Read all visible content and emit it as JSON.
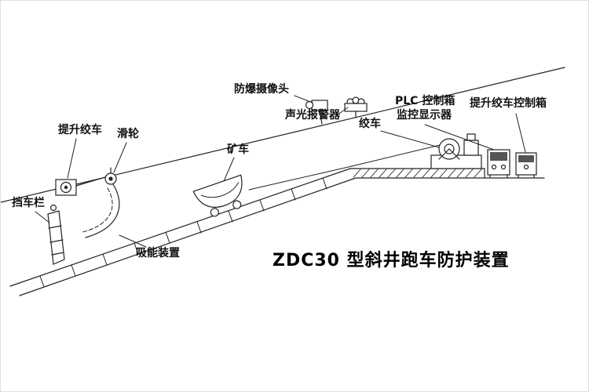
{
  "title": "ZDC30 型斜井跑车防护装置",
  "labels": {
    "camera": "防爆摄像头",
    "alarm": "声光报警器",
    "plc_box": "PLC 控制箱",
    "monitor": "监控显示器",
    "hoist_winch_control_box": "提升绞车控制箱",
    "hoist_winch": "提升绞车",
    "pulley": "滑轮",
    "mine_car": "矿车",
    "winch": "绞车",
    "car_stop_barrier": "挡车栏",
    "energy_absorber": "吸能装置"
  },
  "colors": {
    "line": "#222222",
    "text": "#111111",
    "background": "#ffffff"
  }
}
